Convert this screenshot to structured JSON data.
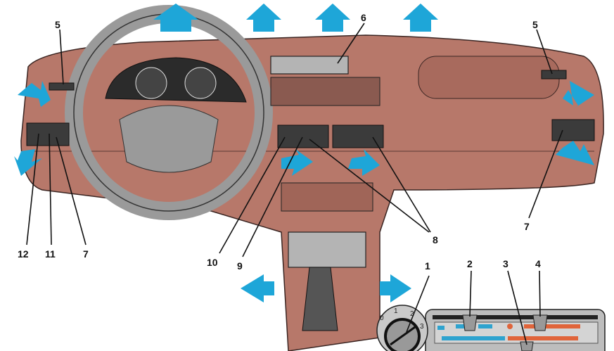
{
  "callouts": {
    "c1": "1",
    "c2": "2",
    "c3": "3",
    "c4": "4",
    "c5_left": "5",
    "c5_right": "5",
    "c6": "6",
    "c7_left": "7",
    "c7_right": "7",
    "c8": "8",
    "c9": "9",
    "c10": "10",
    "c11": "11",
    "c12": "12"
  },
  "fan_switch_positions": [
    "0",
    "1",
    "2",
    "3"
  ],
  "colors": {
    "airflow": "#1ea6d8",
    "dashboard": "#b7786a",
    "cold": "#2ea3cf",
    "hot": "#e0643a"
  }
}
